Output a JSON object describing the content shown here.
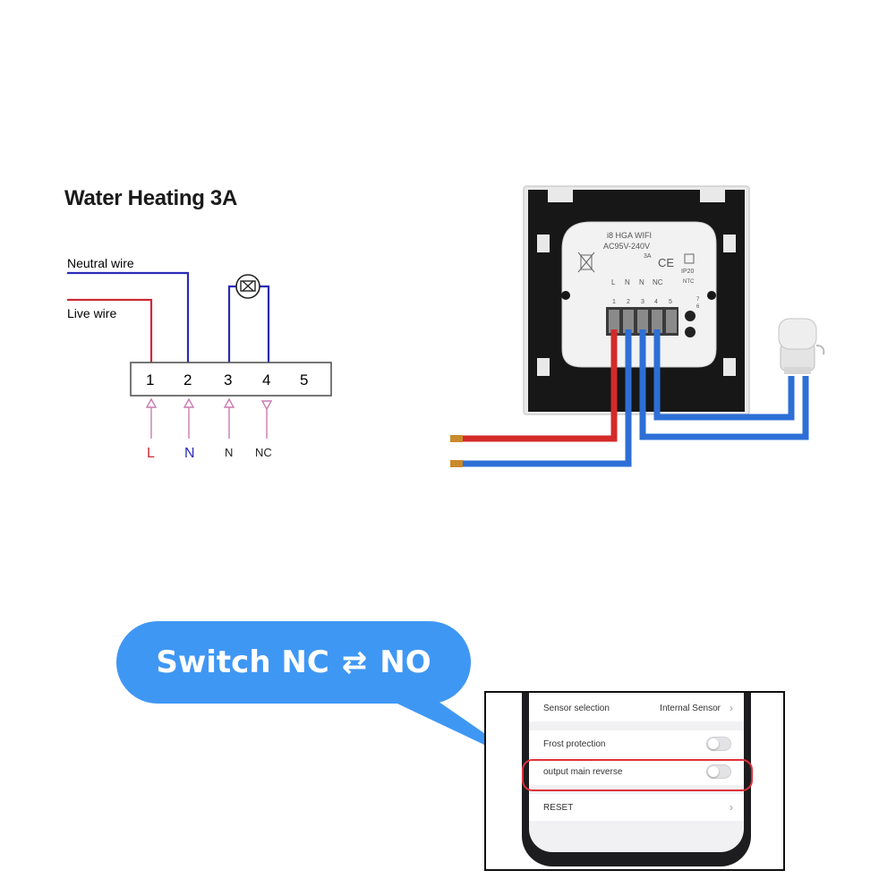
{
  "diagram": {
    "title": "Water Heating 3A",
    "neutral_label": "Neutral wire",
    "live_label": "Live wire",
    "terminals": [
      "1",
      "2",
      "3",
      "4",
      "5"
    ],
    "bottom_labels": [
      "L",
      "N",
      "N",
      "NC"
    ],
    "colors": {
      "live": "#cc2a36",
      "neutral": "#2a2ab8",
      "arrow": "#c97bb0"
    }
  },
  "device": {
    "model": "i8 HGA WIFI",
    "voltage": "AC95V-240V",
    "current": "3A",
    "ce": "CE",
    "ip": "IP20",
    "ntc": "NTC",
    "terminal_letters": [
      "L",
      "N",
      "N",
      "NC"
    ],
    "terminal_numbers": [
      "1",
      "2",
      "3",
      "4",
      "5"
    ],
    "small_numbers": [
      "7",
      "6"
    ]
  },
  "callout": {
    "left": "Switch NC",
    "arrows": "⇄",
    "right": "NO",
    "color": "#3f97f4"
  },
  "app": {
    "rows": [
      {
        "label": "Sensor selection",
        "value": "Internal Sensor"
      },
      {
        "label": "Frost protection"
      },
      {
        "label": "output main reverse"
      },
      {
        "label": "RESET"
      }
    ],
    "highlight_color": "#e0303a"
  }
}
